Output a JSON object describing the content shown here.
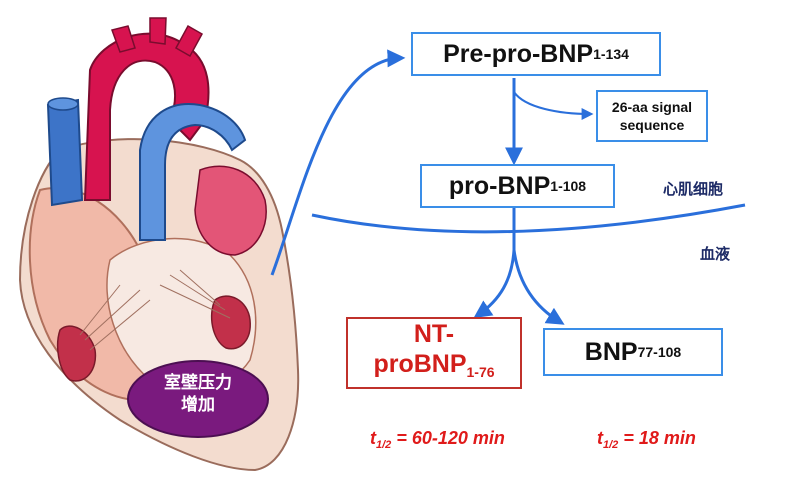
{
  "nodes": {
    "prepro": {
      "name": "Pre-pro-BNP",
      "sub": "1-134"
    },
    "signal": {
      "line1": "26-aa signal",
      "line2": "sequence"
    },
    "pro": {
      "name": "pro-BNP",
      "sub": "1-108"
    },
    "ntpro": {
      "line1": "NT-",
      "line2": "proBNP",
      "sub": "1-76"
    },
    "bnp": {
      "name": "BNP",
      "sub": "77-108"
    }
  },
  "labels": {
    "myocyte": "心肌细胞",
    "blood": "血液",
    "stimulus_line1": "室壁压力",
    "stimulus_line2": "增加"
  },
  "halflife": {
    "nt": {
      "symbol": "t",
      "sub": "1/2",
      "value": "= 60-120 min"
    },
    "bnp": {
      "symbol": "t",
      "sub": "1/2",
      "value": "= 18 min"
    }
  },
  "colors": {
    "arrow": "#2a6fdb",
    "box_border": "#3a8ee8",
    "nt_border": "#c0312b",
    "halflife_text": "#e01a1a",
    "stimulus_oval": "#7a1a7e",
    "heart_red": "#d7134f",
    "heart_blue": "#3d74c8"
  }
}
